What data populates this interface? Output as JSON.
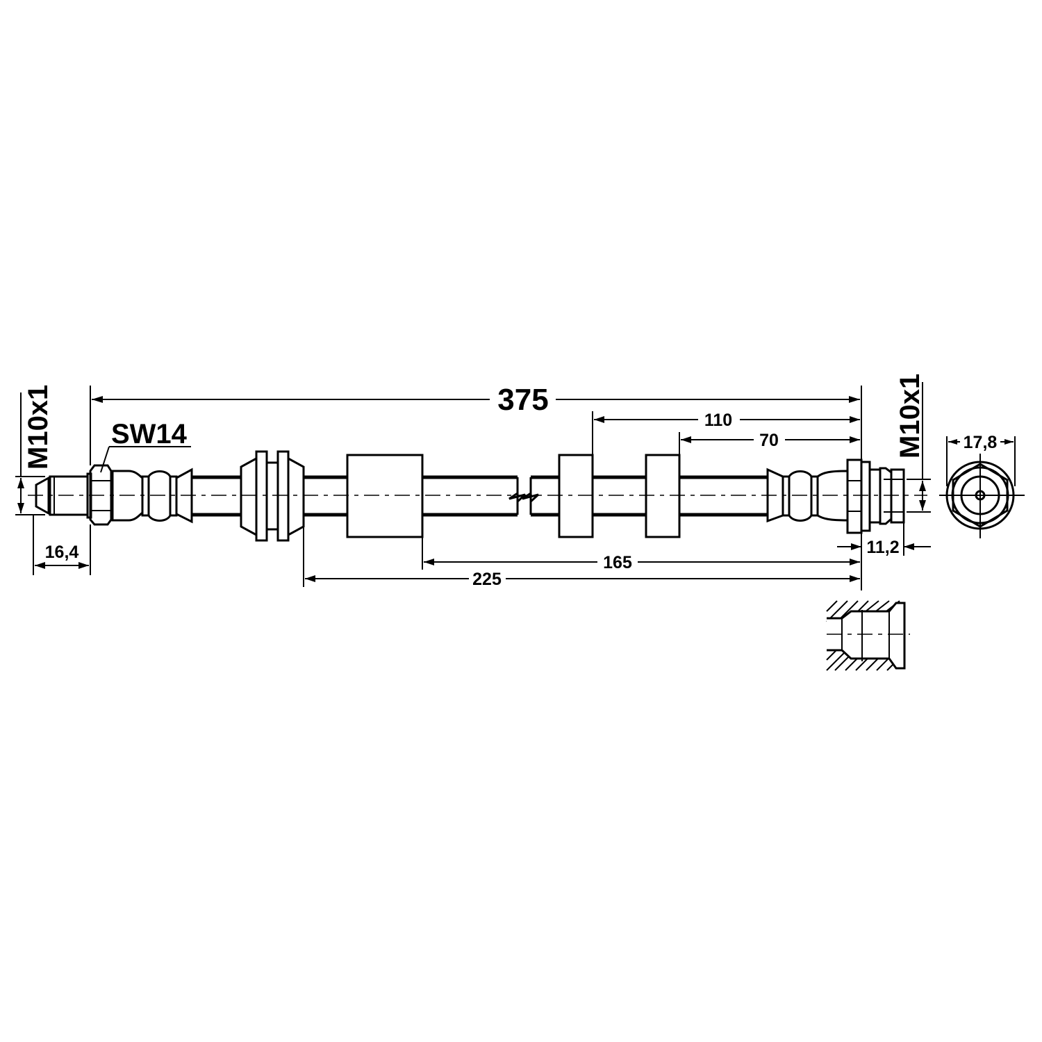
{
  "drawing": {
    "title": "Brake hose technical drawing",
    "colors": {
      "line": "#000000",
      "background": "#ffffff"
    },
    "labels": {
      "total_length": "375",
      "wrench_size": "SW14",
      "thread_left": "M10x1",
      "thread_right": "M10x1",
      "dim_110": "110",
      "dim_70": "70",
      "dim_165": "165",
      "dim_225": "225",
      "dim_left_fitting": "16,4",
      "dim_right_fitting": "11,2",
      "dim_hex_across": "17,8"
    }
  }
}
